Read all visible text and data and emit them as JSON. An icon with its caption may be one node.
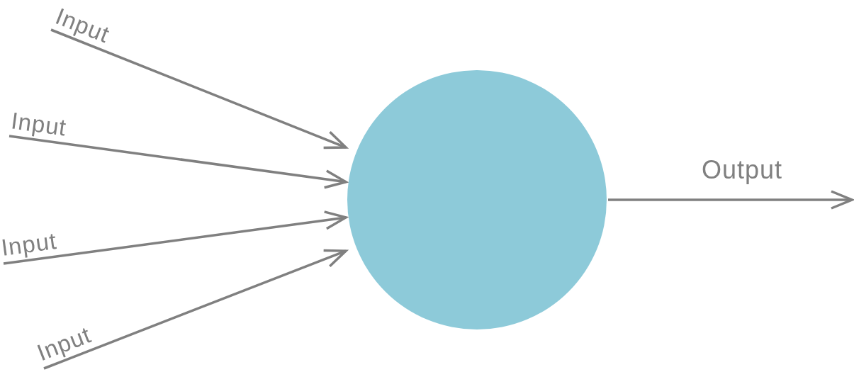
{
  "diagram": {
    "nodes": [
      {
        "text": [
          "Input"
        ]
      },
      {
        "text": [
          "Input"
        ]
      },
      {
        "text": [
          "Input"
        ]
      },
      {
        "text": [
          "Input"
        ]
      },
      {
        "text": [],
        "shape": "circle"
      }
    ],
    "edges": [
      {
        "from": 0,
        "to": 4,
        "arrow": "to"
      },
      {
        "from": 1,
        "to": 4,
        "arrow": "to"
      },
      {
        "from": 2,
        "to": 4,
        "arrow": "to"
      },
      {
        "from": 3,
        "to": 4,
        "arrow": "to"
      },
      {
        "from": 4,
        "to": null,
        "arrow": "to",
        "label": "Output"
      }
    ]
  }
}
